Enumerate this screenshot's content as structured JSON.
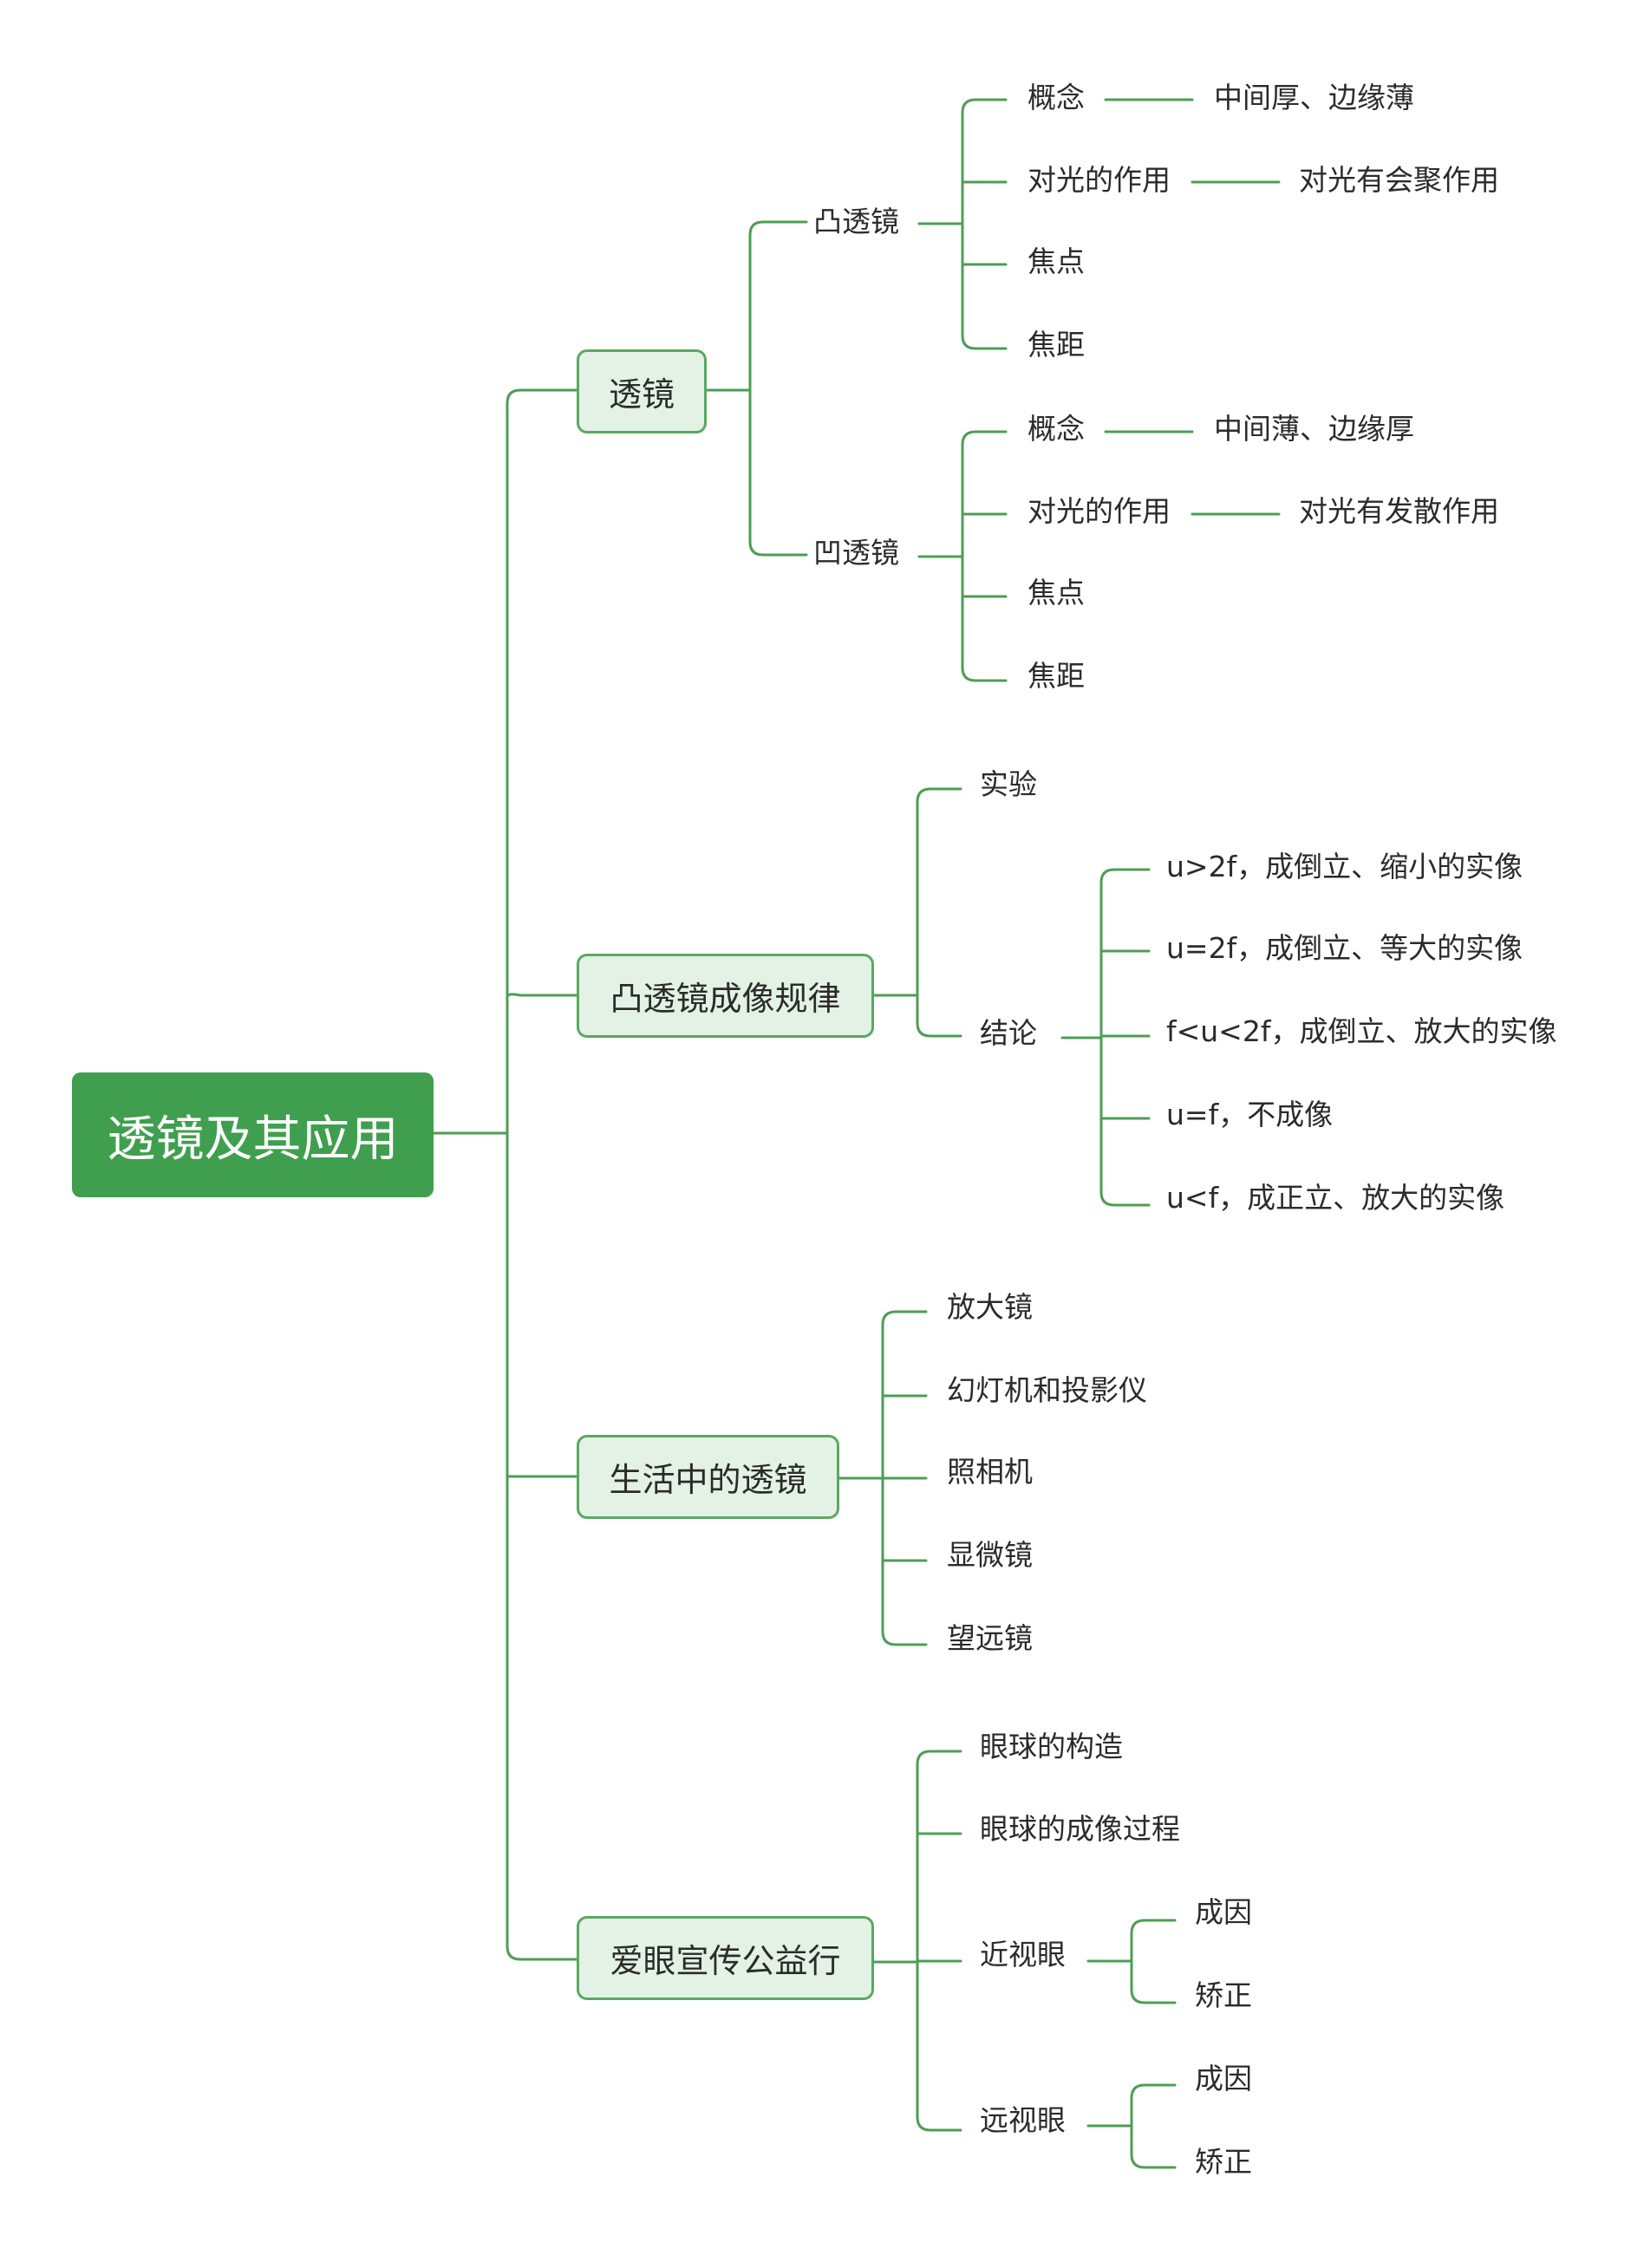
{
  "root": "透镜及其应用",
  "branches": {
    "lens": {
      "label": "透镜",
      "convex": {
        "label": "凸透镜",
        "concept": "概念",
        "concept_desc": "中间厚、边缘薄",
        "effect": "对光的作用",
        "effect_desc": "对光有会聚作用",
        "focus": "焦点",
        "focal_length": "焦距"
      },
      "concave": {
        "label": "凹透镜",
        "concept": "概念",
        "concept_desc": "中间薄、边缘厚",
        "effect": "对光的作用",
        "effect_desc": "对光有发散作用",
        "focus": "焦点",
        "focal_length": "焦距"
      }
    },
    "imaging": {
      "label": "凸透镜成像规律",
      "experiment": "实验",
      "conclusion": {
        "label": "结论",
        "items": [
          "u>2f，成倒立、缩小的实像",
          "u=2f，成倒立、等大的实像",
          "f<u<2f，成倒立、放大的实像",
          "u=f，不成像",
          "u<f，成正立、放大的实像"
        ]
      }
    },
    "daily": {
      "label": "生活中的透镜",
      "items": [
        "放大镜",
        "幻灯机和投影仪",
        "照相机",
        "显微镜",
        "望远镜"
      ]
    },
    "eyecare": {
      "label": "爱眼宣传公益行",
      "structure": "眼球的构造",
      "process": "眼球的成像过程",
      "myopia": {
        "label": "近视眼",
        "cause": "成因",
        "correction": "矫正"
      },
      "hyperopia": {
        "label": "远视眼",
        "cause": "成因",
        "correction": "矫正"
      }
    }
  },
  "colors": {
    "root_fill": "#3f9f4f",
    "node_fill": "#e3f2e4",
    "node_border": "#5aa862",
    "connector": "#4e9d56",
    "text": "#2b2b2b"
  }
}
